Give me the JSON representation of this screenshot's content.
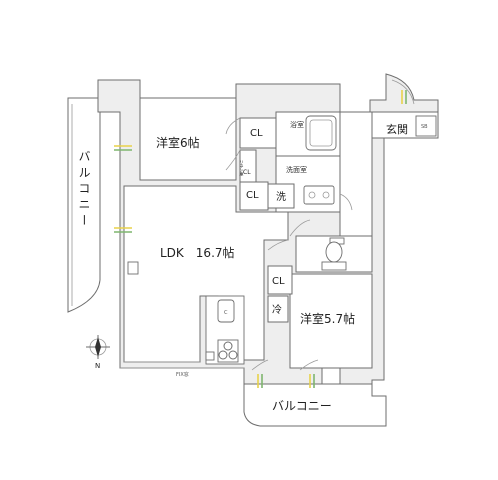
{
  "rooms": {
    "western_room_1": "洋室6帖",
    "western_room_2": "洋室5.7帖",
    "ldk": "LDK　16.7帖",
    "entrance": "玄関",
    "bathroom": "浴室",
    "washroom": "洗面室"
  },
  "closets": {
    "cl1": "CL",
    "cl2": "CL",
    "cl3": "CL",
    "cl4": "CL"
  },
  "fixtures": {
    "washer": "洗",
    "refrigerator": "冷",
    "shoe_box": "SB",
    "linen_closet": "リネン庫",
    "fix_window": "FIX窓"
  },
  "balconies": {
    "west": "バルコニー",
    "south": "バルコニー"
  },
  "compass": {
    "north": "N"
  },
  "colors": {
    "door_yellow": "#e8d24a",
    "door_green": "#7fb66e",
    "wall": "#6e6e6e"
  }
}
